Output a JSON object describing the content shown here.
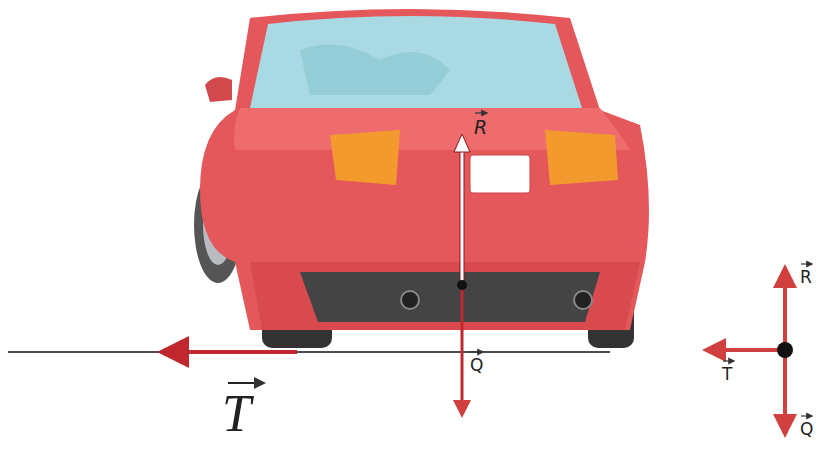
{
  "diagram": {
    "labels": [
      "R",
      "Q",
      "T",
      "R",
      "T",
      "Q"
    ]
  }
}
